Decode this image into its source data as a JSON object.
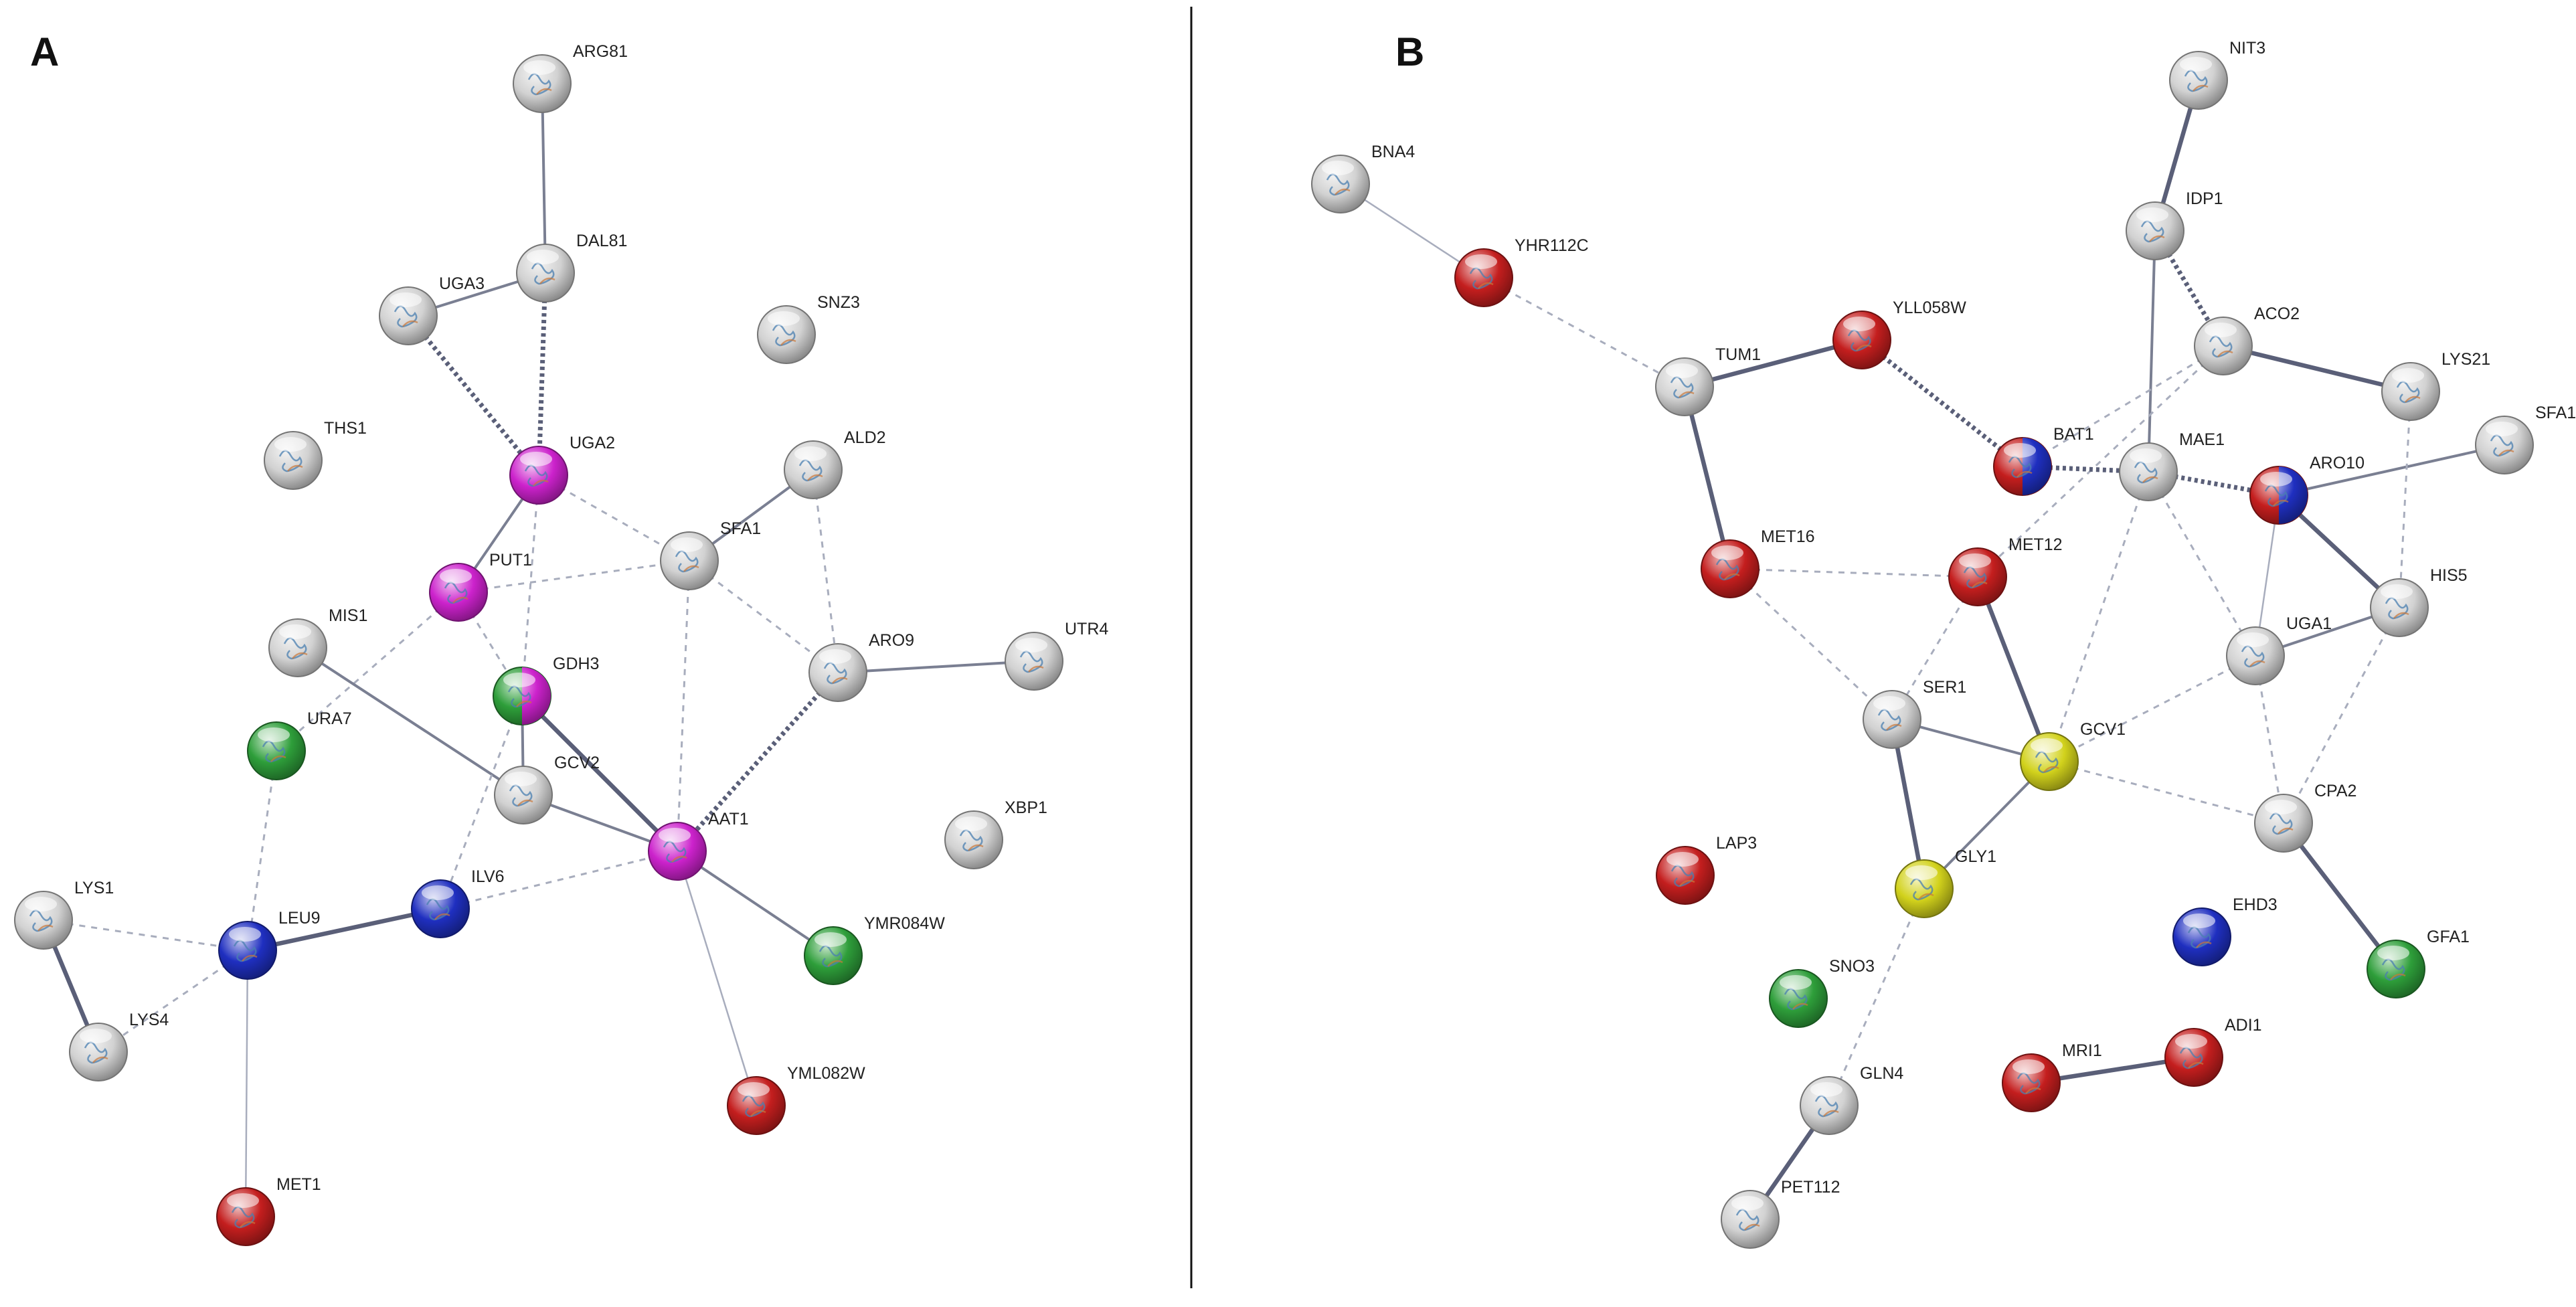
{
  "colors": {
    "grey": "#d2d2d2",
    "magenta": "#cc22cc",
    "green": "#2e9e3a",
    "blue": "#1f2fc0",
    "red": "#c41e1e",
    "yellow": "#d2d21c",
    "edge_solid": "#7a7f92",
    "edge_dashed": "#a8adbd",
    "edge_strong": "#5a5f78"
  },
  "panels": [
    {
      "id": "A",
      "letter": "A",
      "nodes": [
        {
          "id": "ARG81",
          "label": "ARG81",
          "color": "grey"
        },
        {
          "id": "DAL81",
          "label": "DAL81",
          "color": "grey"
        },
        {
          "id": "UGA3",
          "label": "UGA3",
          "color": "grey"
        },
        {
          "id": "SNZ3",
          "label": "SNZ3",
          "color": "grey"
        },
        {
          "id": "THS1",
          "label": "THS1",
          "color": "grey"
        },
        {
          "id": "UGA2",
          "label": "UGA2",
          "color": "magenta"
        },
        {
          "id": "ALD2",
          "label": "ALD2",
          "color": "grey"
        },
        {
          "id": "PUT1",
          "label": "PUT1",
          "color": "magenta"
        },
        {
          "id": "SFA1",
          "label": "SFA1",
          "color": "grey"
        },
        {
          "id": "MIS1",
          "label": "MIS1",
          "color": "grey"
        },
        {
          "id": "ARO9",
          "label": "ARO9",
          "color": "grey"
        },
        {
          "id": "UTR4",
          "label": "UTR4",
          "color": "grey"
        },
        {
          "id": "GDH3",
          "label": "GDH3",
          "color": "green",
          "color2": "magenta"
        },
        {
          "id": "URA7",
          "label": "URA7",
          "color": "green"
        },
        {
          "id": "GCV2",
          "label": "GCV2",
          "color": "grey"
        },
        {
          "id": "XBP1",
          "label": "XBP1",
          "color": "grey"
        },
        {
          "id": "AAT1",
          "label": "AAT1",
          "color": "magenta"
        },
        {
          "id": "LYS1",
          "label": "LYS1",
          "color": "grey"
        },
        {
          "id": "ILV6",
          "label": "ILV6",
          "color": "blue"
        },
        {
          "id": "LEU9",
          "label": "LEU9",
          "color": "blue"
        },
        {
          "id": "YMR084W",
          "label": "YMR084W",
          "color": "green"
        },
        {
          "id": "LYS4",
          "label": "LYS4",
          "color": "grey"
        },
        {
          "id": "YML082W",
          "label": "YML082W",
          "color": "red"
        },
        {
          "id": "MET1",
          "label": "MET1",
          "color": "red"
        }
      ],
      "edges": [
        {
          "from": "ARG81",
          "to": "DAL81",
          "style": "solid"
        },
        {
          "from": "DAL81",
          "to": "UGA3",
          "style": "solid"
        },
        {
          "from": "DAL81",
          "to": "UGA2",
          "style": "dotted-strong"
        },
        {
          "from": "UGA3",
          "to": "UGA2",
          "style": "dotted-strong"
        },
        {
          "from": "UGA2",
          "to": "PUT1",
          "style": "solid"
        },
        {
          "from": "UGA2",
          "to": "SFA1",
          "style": "dashed"
        },
        {
          "from": "UGA2",
          "to": "GDH3",
          "style": "dashed"
        },
        {
          "from": "PUT1",
          "to": "SFA1",
          "style": "dashed"
        },
        {
          "from": "PUT1",
          "to": "URA7",
          "style": "dashed"
        },
        {
          "from": "PUT1",
          "to": "GDH3",
          "style": "dashed"
        },
        {
          "from": "ALD2",
          "to": "SFA1",
          "style": "solid"
        },
        {
          "from": "ALD2",
          "to": "ARO9",
          "style": "dashed"
        },
        {
          "from": "SFA1",
          "to": "ARO9",
          "style": "dashed"
        },
        {
          "from": "SFA1",
          "to": "AAT1",
          "style": "dashed"
        },
        {
          "from": "ARO9",
          "to": "UTR4",
          "style": "solid"
        },
        {
          "from": "ARO9",
          "to": "AAT1",
          "style": "dotted-strong"
        },
        {
          "from": "MIS1",
          "to": "GCV2",
          "style": "solid"
        },
        {
          "from": "GDH3",
          "to": "GCV2",
          "style": "solid"
        },
        {
          "from": "GDH3",
          "to": "AAT1",
          "style": "strong"
        },
        {
          "from": "GDH3",
          "to": "ILV6",
          "style": "dashed"
        },
        {
          "from": "GCV2",
          "to": "AAT1",
          "style": "solid"
        },
        {
          "from": "URA7",
          "to": "LEU9",
          "style": "dashed"
        },
        {
          "from": "ILV6",
          "to": "AAT1",
          "style": "dashed"
        },
        {
          "from": "ILV6",
          "to": "LEU9",
          "style": "strong"
        },
        {
          "from": "AAT1",
          "to": "YMR084W",
          "style": "solid"
        },
        {
          "from": "AAT1",
          "to": "YML082W",
          "style": "thin"
        },
        {
          "from": "LYS1",
          "to": "LEU9",
          "style": "dashed"
        },
        {
          "from": "LYS1",
          "to": "LYS4",
          "style": "strong"
        },
        {
          "from": "LEU9",
          "to": "LYS4",
          "style": "dashed"
        },
        {
          "from": "LEU9",
          "to": "MET1",
          "style": "thin"
        }
      ]
    },
    {
      "id": "B",
      "letter": "B",
      "nodes": [
        {
          "id": "NIT3",
          "label": "NIT3",
          "color": "grey"
        },
        {
          "id": "BNA4",
          "label": "BNA4",
          "color": "grey"
        },
        {
          "id": "IDP1",
          "label": "IDP1",
          "color": "grey"
        },
        {
          "id": "YHR112C",
          "label": "YHR112C",
          "color": "red"
        },
        {
          "id": "YLL058W",
          "label": "YLL058W",
          "color": "red"
        },
        {
          "id": "ACO2",
          "label": "ACO2",
          "color": "grey"
        },
        {
          "id": "TUM1",
          "label": "TUM1",
          "color": "grey"
        },
        {
          "id": "LYS21",
          "label": "LYS21",
          "color": "grey"
        },
        {
          "id": "SFA1",
          "label": "SFA1",
          "color": "grey"
        },
        {
          "id": "BAT1",
          "label": "BAT1",
          "color": "red",
          "color2": "blue"
        },
        {
          "id": "MAE1",
          "label": "MAE1",
          "color": "grey"
        },
        {
          "id": "ARO10",
          "label": "ARO10",
          "color": "red",
          "color2": "blue"
        },
        {
          "id": "MET16",
          "label": "MET16",
          "color": "red"
        },
        {
          "id": "MET12",
          "label": "MET12",
          "color": "red"
        },
        {
          "id": "HIS5",
          "label": "HIS5",
          "color": "grey"
        },
        {
          "id": "UGA1",
          "label": "UGA1",
          "color": "grey"
        },
        {
          "id": "SER1",
          "label": "SER1",
          "color": "grey"
        },
        {
          "id": "GCV1",
          "label": "GCV1",
          "color": "yellow"
        },
        {
          "id": "CPA2",
          "label": "CPA2",
          "color": "grey"
        },
        {
          "id": "LAP3",
          "label": "LAP3",
          "color": "red"
        },
        {
          "id": "GLY1",
          "label": "GLY1",
          "color": "yellow"
        },
        {
          "id": "EHD3",
          "label": "EHD3",
          "color": "blue"
        },
        {
          "id": "GFA1",
          "label": "GFA1",
          "color": "green"
        },
        {
          "id": "SNO3",
          "label": "SNO3",
          "color": "green"
        },
        {
          "id": "ADI1",
          "label": "ADI1",
          "color": "red"
        },
        {
          "id": "MRI1",
          "label": "MRI1",
          "color": "red"
        },
        {
          "id": "GLN4",
          "label": "GLN4",
          "color": "grey"
        },
        {
          "id": "PET112",
          "label": "PET112",
          "color": "grey"
        }
      ],
      "edges": [
        {
          "from": "BNA4",
          "to": "YHR112C",
          "style": "thin"
        },
        {
          "from": "YHR112C",
          "to": "TUM1",
          "style": "dashed"
        },
        {
          "from": "NIT3",
          "to": "IDP1",
          "style": "strong"
        },
        {
          "from": "IDP1",
          "to": "ACO2",
          "style": "dotted-strong"
        },
        {
          "from": "IDP1",
          "to": "MAE1",
          "style": "solid"
        },
        {
          "from": "TUM1",
          "to": "YLL058W",
          "style": "strong"
        },
        {
          "from": "TUM1",
          "to": "MET16",
          "style": "strong"
        },
        {
          "from": "YLL058W",
          "to": "BAT1",
          "style": "dotted-strong"
        },
        {
          "from": "ACO2",
          "to": "LYS21",
          "style": "strong"
        },
        {
          "from": "ACO2",
          "to": "BAT1",
          "style": "dashed"
        },
        {
          "from": "ACO2",
          "to": "MET12",
          "style": "dashed"
        },
        {
          "from": "BAT1",
          "to": "MAE1",
          "style": "dotted-strong"
        },
        {
          "from": "MAE1",
          "to": "ARO10",
          "style": "dotted-strong"
        },
        {
          "from": "MAE1",
          "to": "GCV1",
          "style": "dashed"
        },
        {
          "from": "MAE1",
          "to": "UGA1",
          "style": "dashed"
        },
        {
          "from": "SFA1",
          "to": "ARO10",
          "style": "solid"
        },
        {
          "from": "LYS21",
          "to": "HIS5",
          "style": "dashed"
        },
        {
          "from": "ARO10",
          "to": "HIS5",
          "style": "strong"
        },
        {
          "from": "ARO10",
          "to": "UGA1",
          "style": "thin"
        },
        {
          "from": "MET16",
          "to": "MET12",
          "style": "dashed"
        },
        {
          "from": "MET16",
          "to": "SER1",
          "style": "dashed"
        },
        {
          "from": "MET12",
          "to": "GCV1",
          "style": "strong"
        },
        {
          "from": "MET12",
          "to": "SER1",
          "style": "dashed"
        },
        {
          "from": "HIS5",
          "to": "UGA1",
          "style": "solid"
        },
        {
          "from": "HIS5",
          "to": "CPA2",
          "style": "dashed"
        },
        {
          "from": "UGA1",
          "to": "GCV1",
          "style": "dashed"
        },
        {
          "from": "UGA1",
          "to": "CPA2",
          "style": "dashed"
        },
        {
          "from": "SER1",
          "to": "GCV1",
          "style": "solid"
        },
        {
          "from": "SER1",
          "to": "GLY1",
          "style": "strong"
        },
        {
          "from": "GCV1",
          "to": "GLY1",
          "style": "solid"
        },
        {
          "from": "GCV1",
          "to": "CPA2",
          "style": "dashed"
        },
        {
          "from": "CPA2",
          "to": "GFA1",
          "style": "strong"
        },
        {
          "from": "GLY1",
          "to": "GLN4",
          "style": "dashed"
        },
        {
          "from": "MRI1",
          "to": "ADI1",
          "style": "strong"
        },
        {
          "from": "GLN4",
          "to": "PET112",
          "style": "strong"
        }
      ]
    }
  ]
}
